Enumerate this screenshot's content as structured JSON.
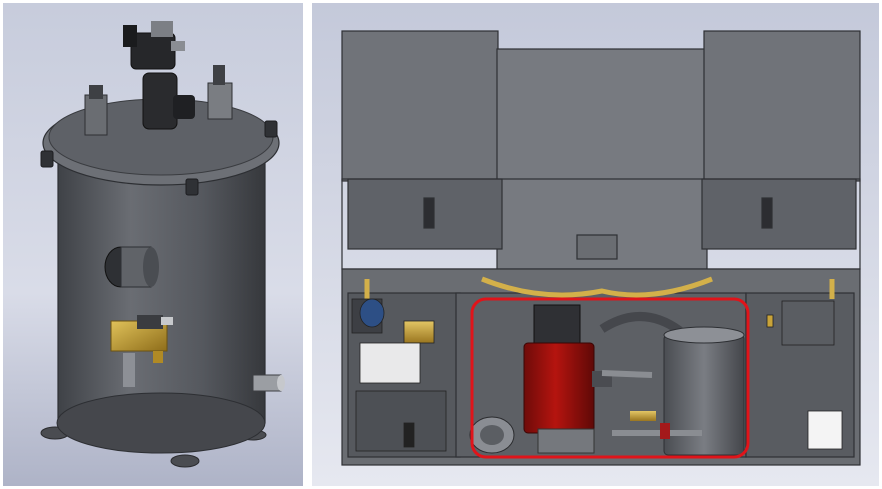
{
  "panels": [
    {
      "id": "left",
      "view": "tank-isometric"
    },
    {
      "id": "right",
      "view": "unit-front-section"
    }
  ],
  "colors": {
    "background_top": "#b8bed3",
    "background_bottom": "#e9ebf3",
    "tank_metal": "#5a5d63",
    "tank_metal_dark": "#3a3c40",
    "enclosure": "#6b6e74",
    "enclosure_dark": "#4a4c51",
    "brass": "#c9a43a",
    "red_vessel": "#a1120f",
    "highlight_outline": "#e0141a"
  },
  "icons": [
    "pressure-tank-icon",
    "valve-icon",
    "fitting-icon",
    "pipe-icon",
    "filter-housing-icon",
    "pump-icon"
  ]
}
